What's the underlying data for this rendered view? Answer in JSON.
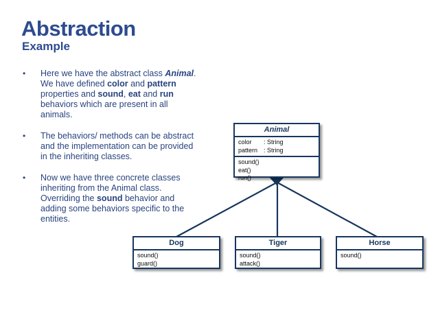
{
  "slide": {
    "title": "Abstraction",
    "subtitle": "Example"
  },
  "colors": {
    "title": "#2E4B8F",
    "body_text": "#28437E",
    "diagram_line": "#17365D",
    "member_text": "#0a0a0a"
  },
  "bullet_marker": "•",
  "bullets": [
    {
      "lines": [
        [
          {
            "t": "Here we have the abstract class "
          },
          {
            "t": "Animal",
            "b": 1,
            "i": 1
          },
          {
            "t": "."
          }
        ],
        [
          {
            "t": "We have defined "
          },
          {
            "t": "color",
            "b": 1
          },
          {
            "t": " and "
          },
          {
            "t": "pattern",
            "b": 1
          }
        ],
        [
          {
            "t": "properties and "
          },
          {
            "t": "sound",
            "b": 1
          },
          {
            "t": ", "
          },
          {
            "t": "eat",
            "b": 1
          },
          {
            "t": " and "
          },
          {
            "t": "run",
            "b": 1
          }
        ],
        [
          {
            "t": "behaviors which are present in all"
          }
        ],
        [
          {
            "t": "animals."
          }
        ]
      ]
    },
    {
      "lines": [
        [
          {
            "t": "The behaviors/ methods can be abstract"
          }
        ],
        [
          {
            "t": "and the implementation can be provided"
          }
        ],
        [
          {
            "t": "in the inheriting classes."
          }
        ]
      ]
    },
    {
      "lines": [
        [
          {
            "t": "Now we have three concrete classes"
          }
        ],
        [
          {
            "t": "inheriting from the Animal class."
          }
        ],
        [
          {
            "t": "Overriding the "
          },
          {
            "t": "sound",
            "b": 1
          },
          {
            "t": " behavior and"
          }
        ],
        [
          {
            "t": "adding some behaviors specific to the"
          }
        ],
        [
          {
            "t": "entities."
          }
        ]
      ]
    }
  ],
  "diagram": {
    "classes": [
      {
        "name": "Animal",
        "abstract": true,
        "attributes": [
          {
            "name": "color",
            "type": ": String"
          },
          {
            "name": "pattern",
            "type": ": String"
          }
        ],
        "methods": [
          "sound()",
          "eat()",
          "run()"
        ]
      },
      {
        "name": "Dog",
        "methods": [
          "sound()",
          "guard()"
        ]
      },
      {
        "name": "Tiger",
        "methods": [
          "sound()",
          "attack()"
        ]
      },
      {
        "name": "Horse",
        "methods": [
          "sound()"
        ]
      }
    ],
    "relation": "inheritance"
  }
}
